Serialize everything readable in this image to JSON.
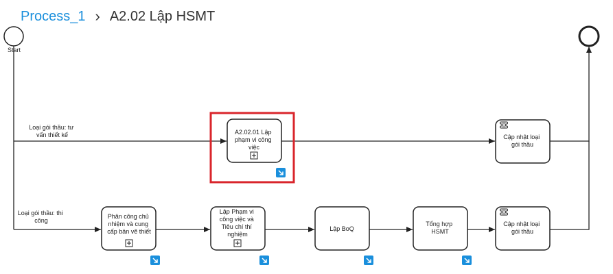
{
  "breadcrumb": {
    "parent": "Process_1",
    "separator": "›",
    "current": "A2.02 Lập HSMT"
  },
  "diagram": {
    "start_label": "Start",
    "conditions": {
      "top": [
        "Loại gói thầu: tư",
        "vấn thiết kế"
      ],
      "bottom": [
        "Loại gói thầu: thi",
        "công"
      ]
    },
    "tasks": {
      "a20201": [
        "A2.02.01 Lập",
        "phạm vi công",
        "việc"
      ],
      "update_top": [
        "Cập nhật loại",
        "gói thầu"
      ],
      "assign": [
        "Phân công chủ",
        "nhiệm và cung",
        "cấp bản vẽ thiết"
      ],
      "scope": [
        "Lập Phạm vi",
        "công việc và",
        "Tiêu chí thí",
        "nghiệm"
      ],
      "boq": [
        "Lập BoQ"
      ],
      "summary": [
        "Tổng hợp",
        "HSMT"
      ],
      "update_bottom": [
        "Cập nhật loại",
        "gói thầu"
      ]
    },
    "accent_color": "#1a8fdc",
    "highlight_color": "#d9252b"
  }
}
